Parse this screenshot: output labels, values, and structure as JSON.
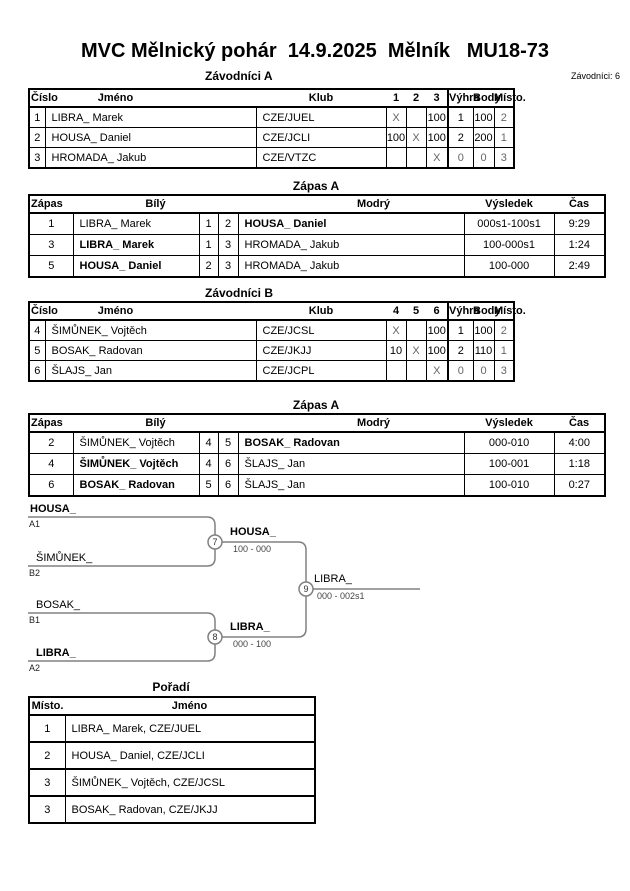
{
  "title": "MVC Mělnický pohár  14.9.2025  Mělník   MU18-73",
  "competitors_count": "Závodníci: 6",
  "sections": {
    "group_a": "Závodníci A",
    "matches_a": "Zápas A",
    "group_b": "Závodníci B",
    "matches_b": "Zápas A",
    "ranking": "Pořadí"
  },
  "competitor_headers": {
    "num": "Číslo",
    "name": "Jméno",
    "club": "Klub",
    "wins": "Výhra",
    "points": "Body",
    "place": "Místo."
  },
  "group_a": {
    "round_cols": [
      "1",
      "2",
      "3"
    ],
    "rows": [
      {
        "num": "1",
        "name": "LIBRA_ Marek",
        "club": "CZE/JUEL",
        "r1": "X",
        "r2": "",
        "r3": "100",
        "wins": "1",
        "points": "100",
        "place": "2"
      },
      {
        "num": "2",
        "name": "HOUSA_ Daniel",
        "club": "CZE/JCLI",
        "r1": "100",
        "r2": "X",
        "r3": "100",
        "wins": "2",
        "points": "200",
        "place": "1"
      },
      {
        "num": "3",
        "name": "HROMADA_ Jakub",
        "club": "CZE/VTZC",
        "r1": "",
        "r2": "",
        "r3": "X",
        "wins": "0",
        "points": "0",
        "place": "3"
      }
    ]
  },
  "group_b": {
    "round_cols": [
      "4",
      "5",
      "6"
    ],
    "rows": [
      {
        "num": "4",
        "name": "ŠIMŮNEK_ Vojtěch",
        "club": "CZE/JCSL",
        "r1": "X",
        "r2": "",
        "r3": "100",
        "wins": "1",
        "points": "100",
        "place": "2"
      },
      {
        "num": "5",
        "name": "BOSAK_ Radovan",
        "club": "CZE/JKJJ",
        "r1": "10",
        "r2": "X",
        "r3": "100",
        "wins": "2",
        "points": "110",
        "place": "1"
      },
      {
        "num": "6",
        "name": "ŠLAJS_ Jan",
        "club": "CZE/JCPL",
        "r1": "",
        "r2": "",
        "r3": "X",
        "wins": "0",
        "points": "0",
        "place": "3"
      }
    ]
  },
  "match_headers": {
    "match": "Zápas",
    "white": "Bílý",
    "blue": "Modrý",
    "result": "Výsledek",
    "time": "Čas"
  },
  "matches_a": {
    "rows": [
      {
        "match": "1",
        "white": "LIBRA_ Marek",
        "white_bold": false,
        "wn": "1",
        "bn": "2",
        "blue": "HOUSA_ Daniel",
        "blue_bold": true,
        "result": "000s1-100s1",
        "time": "9:29"
      },
      {
        "match": "3",
        "white": "LIBRA_ Marek",
        "white_bold": true,
        "wn": "1",
        "bn": "3",
        "blue": "HROMADA_ Jakub",
        "blue_bold": false,
        "result": "100-000s1",
        "time": "1:24"
      },
      {
        "match": "5",
        "white": "HOUSA_ Daniel",
        "white_bold": true,
        "wn": "2",
        "bn": "3",
        "blue": "HROMADA_ Jakub",
        "blue_bold": false,
        "result": "100-000",
        "time": "2:49"
      }
    ]
  },
  "matches_b": {
    "rows": [
      {
        "match": "2",
        "white": "ŠIMŮNEK_ Vojtěch",
        "white_bold": false,
        "wn": "4",
        "bn": "5",
        "blue": "BOSAK_ Radovan",
        "blue_bold": true,
        "result": "000-010",
        "time": "4:00"
      },
      {
        "match": "4",
        "white": "ŠIMŮNEK_ Vojtěch",
        "white_bold": true,
        "wn": "4",
        "bn": "6",
        "blue": "ŠLAJS_ Jan",
        "blue_bold": false,
        "result": "100-001",
        "time": "1:18"
      },
      {
        "match": "6",
        "white": "BOSAK_ Radovan",
        "white_bold": true,
        "wn": "5",
        "bn": "6",
        "blue": "ŠLAJS_ Jan",
        "blue_bold": false,
        "result": "100-010",
        "time": "0:27"
      }
    ]
  },
  "bracket": {
    "nodes": {
      "n7": "7",
      "n8": "8",
      "n9": "9"
    },
    "slots": {
      "a1": {
        "name": "HOUSA_",
        "seed": "A1",
        "bold": true
      },
      "b2": {
        "name": "ŠIMŮNEK_",
        "seed": "B2",
        "bold": false
      },
      "b1": {
        "name": "BOSAK_",
        "seed": "B1",
        "bold": false
      },
      "a2": {
        "name": "LIBRA_",
        "seed": "A2",
        "bold": true
      }
    },
    "winners": {
      "m7": {
        "name": "HOUSA_",
        "score": "100 - 000",
        "bold": true
      },
      "m8": {
        "name": "LIBRA_",
        "score": "000 - 100",
        "bold": true
      },
      "m9": {
        "name": "LIBRA_",
        "score": "000 - 002s1",
        "bold": false
      }
    }
  },
  "ranking": {
    "headers": {
      "place": "Místo.",
      "name": "Jméno"
    },
    "rows": [
      {
        "place": "1",
        "name": "LIBRA_ Marek, CZE/JUEL"
      },
      {
        "place": "2",
        "name": "HOUSA_ Daniel, CZE/JCLI"
      },
      {
        "place": "3",
        "name": "ŠIMŮNEK_ Vojtěch, CZE/JCSL"
      },
      {
        "place": "3",
        "name": "BOSAK_ Radovan, CZE/JKJJ"
      }
    ]
  },
  "colors": {
    "line": "#808080",
    "border": "#000000",
    "muted": "#666666"
  }
}
